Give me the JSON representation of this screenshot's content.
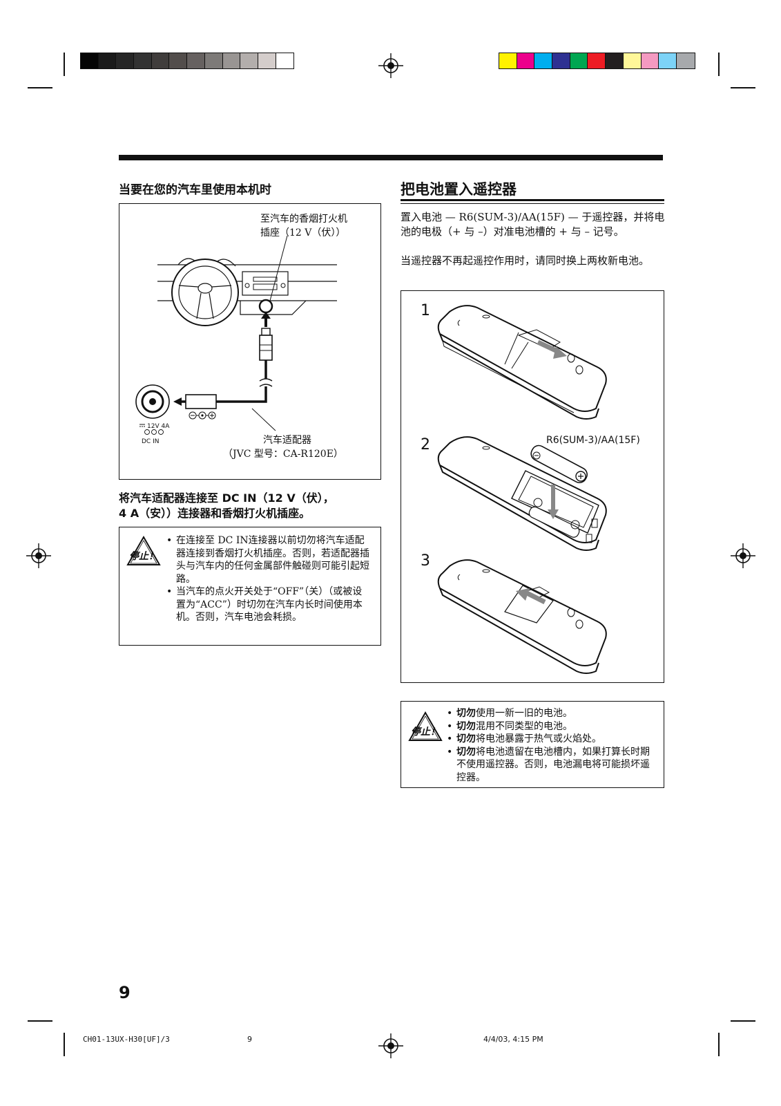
{
  "colors": {
    "grayscale_bar": [
      "#050505",
      "#1a1a1a",
      "#262626",
      "#333333",
      "#403d3c",
      "#524d4b",
      "#666160",
      "#7d7a78",
      "#999593",
      "#b3aeac",
      "#d4cdcb",
      "#ffffff"
    ],
    "color_bar": [
      "#fff200",
      "#ec008c",
      "#00aeef",
      "#2e3192",
      "#00a651",
      "#ed1c24",
      "#231f20",
      "#fff799",
      "#f49ac1",
      "#7dd3f7",
      "#a7a9ac"
    ]
  },
  "left": {
    "section_title": "当要在您的汽车里使用本机时",
    "diagram": {
      "lighter_label_line1": "至汽车的香烟打火机",
      "lighter_label_line2": "插座（12 V（伏））",
      "dc_label_rating": "12V 4A",
      "dc_label_name": "DC IN",
      "adapter_label_line1": "汽车适配器",
      "adapter_label_line2": "（JVC 型号：CA-R120E）"
    },
    "caption_line1": "将汽车适配器连接至 DC IN（12 V（伏），",
    "caption_line2": "4 A（安））连接器和香烟打火机插座。",
    "caution": {
      "icon_label": "停止！",
      "items": [
        "在连接至 DC IN连接器以前切勿将汽车适配器连接到香烟打火机插座。否则，若适配器插头与汽车内的任何金属部件触碰则可能引起短路。",
        "当汽车的点火开关处于“OFF”（关）（或被设置为“ACC”）时切勿在汽车内长时间使用本机。否则，汽车电池会耗损。"
      ]
    }
  },
  "right": {
    "section_title": "把电池置入遥控器",
    "para1": "置入电池 — R6(SUM-3)/AA(15F) — 于遥控器，并将电池的电极（+ 与 –）对准电池槽的 + 与 – 记号。",
    "para2": "当遥控器不再起遥控作用时，请同时换上两枚新电池。",
    "steps": [
      "1",
      "2",
      "3"
    ],
    "battery_label": "R6(SUM-3)/AA(15F)",
    "caution": {
      "icon_label": "停止！",
      "items": [
        {
          "bold": "切勿",
          "text": "使用一新一旧的电池。"
        },
        {
          "bold": "切勿",
          "text": "混用不同类型的电池。"
        },
        {
          "bold": "切勿",
          "text": "将电池暴露于热气或火焰处。"
        },
        {
          "bold": "切勿",
          "text": "将电池遗留在电池槽内，如果打算长时期不使用遥控器。否则，电池漏电将可能损坏遥控器。"
        }
      ]
    }
  },
  "page_number": "9",
  "footer": {
    "file": "CH01-13UX-H30[UF]/3",
    "page": "9",
    "date": "4/4/03, 4:15 PM"
  }
}
